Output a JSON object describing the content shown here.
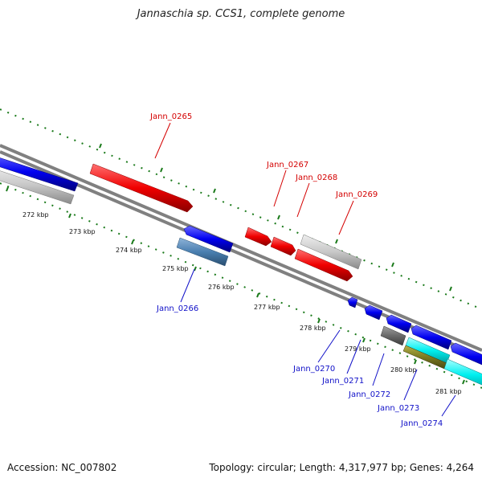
{
  "title": "Jannaschia sp. CCS1, complete genome",
  "footer": {
    "accession": "Accession: NC_007802",
    "stats": "Topology: circular; Length: 4,317,977 bp; Genes: 4,264"
  },
  "colors": {
    "background": "#ffffff",
    "forward_gene": "#ff0000",
    "reverse_gene": "#0000ff",
    "backbone": "#808080",
    "tick": "#1a7a1a",
    "forward_label": "#d40000",
    "reverse_label": "#1010c8"
  },
  "map": {
    "scale_labels": [
      "272 kbp",
      "273 kbp",
      "274 kbp",
      "275 kbp",
      "276 kbp",
      "277 kbp",
      "278 kbp",
      "279 kbp",
      "280 kbp",
      "281 kbp"
    ],
    "forward_genes": [
      {
        "label": "Jann_0265",
        "color": "#ff0000"
      },
      {
        "label": "Jann_0267",
        "color": "#ff0000"
      },
      {
        "label": "Jann_0268",
        "color": "#ff0000"
      },
      {
        "label": "Jann_0269",
        "color": "#ff0000"
      }
    ],
    "reverse_genes": [
      {
        "label": "Jann_0266",
        "color": "#0000ff"
      },
      {
        "label": "Jann_0270",
        "color": "#0000ff"
      },
      {
        "label": "Jann_0271",
        "color": "#0000ff"
      },
      {
        "label": "Jann_0272",
        "color": "#0000ff"
      },
      {
        "label": "Jann_0273",
        "color": "#0000ff"
      },
      {
        "label": "Jann_0274",
        "color": "#0000ff"
      }
    ]
  }
}
